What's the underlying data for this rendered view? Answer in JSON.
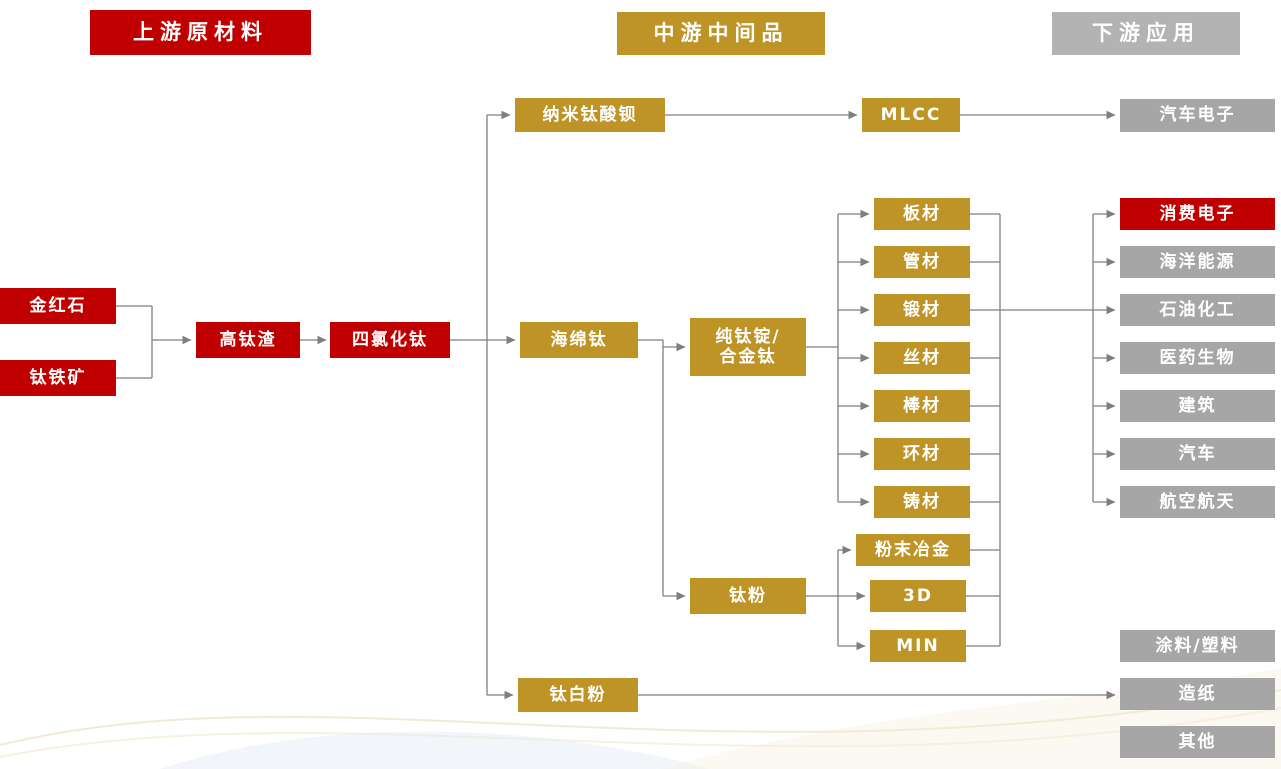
{
  "headers": {
    "upstream": {
      "label": "上游原材料"
    },
    "midstream": {
      "label": "中游中间品"
    },
    "downstream": {
      "label": "下游应用"
    }
  },
  "nodes": {
    "rutile": {
      "label": "金红石"
    },
    "ilmenite": {
      "label": "钛铁矿"
    },
    "high_ti_slag": {
      "label": "高钛渣"
    },
    "ticl4": {
      "label": "四氯化钛"
    },
    "nano_batio3": {
      "label": "纳米钛酸钡"
    },
    "mlcc": {
      "label": "MLCC"
    },
    "sponge_ti": {
      "label": "海绵钛"
    },
    "ingot": {
      "label": "纯钛锭/合金钛",
      "line1": "纯钛锭/",
      "line2": "合金钛"
    },
    "plate": {
      "label": "板材"
    },
    "pipe": {
      "label": "管材"
    },
    "forge": {
      "label": "锻材"
    },
    "wire": {
      "label": "丝材"
    },
    "bar": {
      "label": "棒材"
    },
    "ring": {
      "label": "环材"
    },
    "cast": {
      "label": "铸材"
    },
    "ti_powder": {
      "label": "钛粉"
    },
    "powder_metallurgy": {
      "label": "粉末冶金"
    },
    "three_d": {
      "label": "3D"
    },
    "min": {
      "label": "MIN"
    },
    "tio2": {
      "label": "钛白粉"
    },
    "auto_electronics": {
      "label": "汽车电子"
    },
    "consumer_electronics": {
      "label": "消费电子"
    },
    "marine_energy": {
      "label": "海洋能源"
    },
    "petrochemical": {
      "label": "石油化工"
    },
    "pharma_bio": {
      "label": "医药生物"
    },
    "construction": {
      "label": "建筑"
    },
    "automotive": {
      "label": "汽车"
    },
    "aerospace": {
      "label": "航空航天"
    },
    "coating_plastic": {
      "label": "涂料/塑料"
    },
    "paper": {
      "label": "造纸"
    },
    "other": {
      "label": "其他"
    }
  },
  "colors": {
    "red": "#c00000",
    "gold": "#bf9427",
    "gray": "#a6a6a6",
    "header_gray": "#b3b3b3",
    "line": "#7f7f7f",
    "text": "#ffffff"
  }
}
